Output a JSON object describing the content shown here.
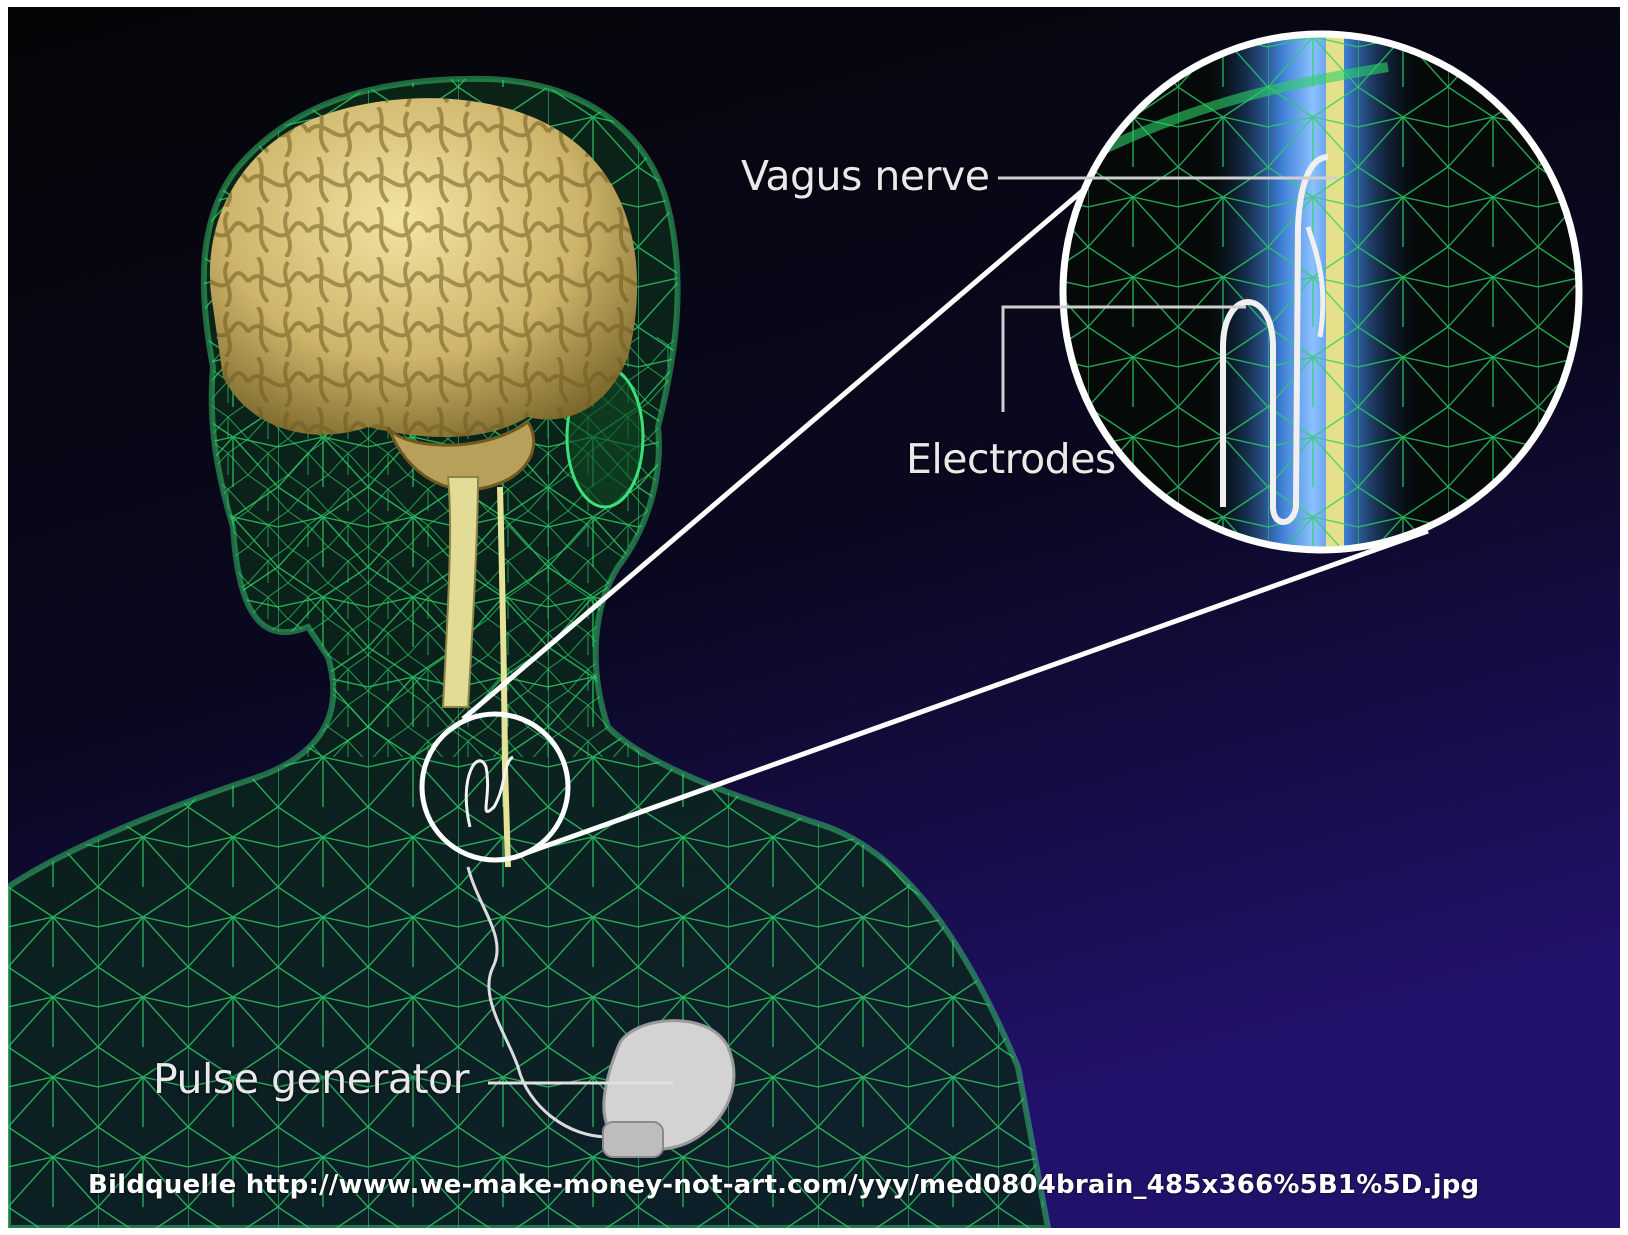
{
  "diagram": {
    "labels": {
      "vagus_nerve": "Vagus nerve",
      "electrodes": "Electrodes",
      "pulse_generator": "Pulse generator"
    },
    "caption": "Bildquelle http://www.we-make-money-not-art.com/yyy/med0804brain_485x366%5B1%5D.jpg"
  },
  "colors": {
    "background_top": "#05050a",
    "background_bottom": "#1e0f5c",
    "wireframe": "#22c55a",
    "brain": "#d6c27a",
    "nerve": "#e6e29a",
    "callout_line": "#ffffff",
    "label_text": "#e9e9e9"
  }
}
